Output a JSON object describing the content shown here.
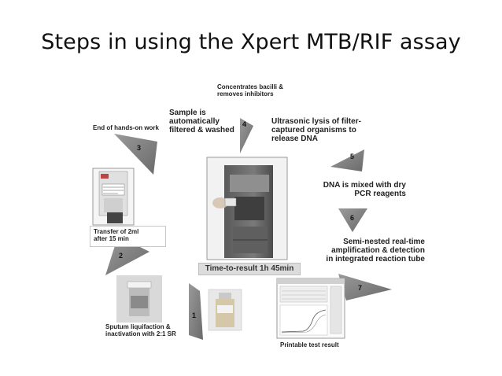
{
  "title": "Steps in using the Xpert MTB/RIF assay",
  "steps": [
    {
      "number": "1",
      "lines": [
        "Sputum liquifaction &",
        "inactivation with 2:1 SR"
      ]
    },
    {
      "number": "2",
      "lines": [
        "Transfer of 2ml",
        "after 15 min"
      ]
    },
    {
      "number": "3",
      "lines": [
        "End of hands-on work"
      ]
    },
    {
      "number": "4",
      "lines": [
        "Sample is",
        "automatically",
        "filtered & washed"
      ]
    },
    {
      "number": "5",
      "lines": [
        "Ultrasonic lysis of filter-",
        "captured organisms to",
        "release DNA"
      ]
    },
    {
      "number": "6",
      "lines": [
        "DNA is mixed with dry",
        "PCR reagents"
      ]
    },
    {
      "number": "7",
      "lines": [
        "Semi-nested real-time",
        "amplification & detection",
        "in integrated reaction tube"
      ]
    }
  ],
  "concentrates_lines": [
    "Concentrates bacilli &",
    "removes inhibitors"
  ],
  "time_to_result": "Time-to-result 1h 45min",
  "printable_result": "Printable test result",
  "colors": {
    "arrow": "#7d7d7d",
    "machine": "#6e6e6e",
    "text": "#222222"
  }
}
